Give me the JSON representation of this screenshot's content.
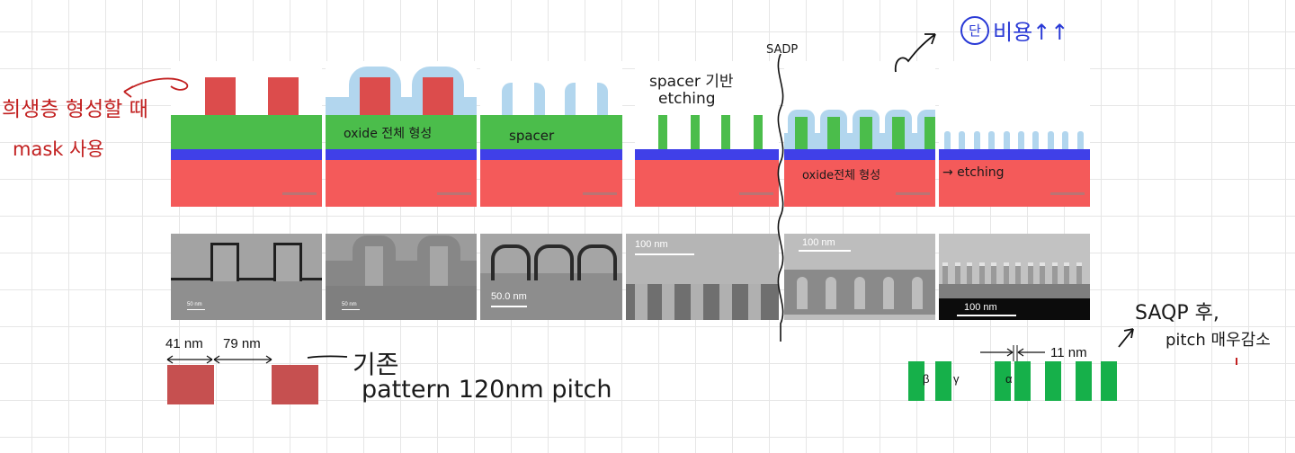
{
  "annotations": {
    "sacrificial_layer_mask": "희생층 형성할 때",
    "sacrificial_layer_mask_2": "mask 사용",
    "oxide_full_1": "oxide 전체 형성",
    "spacer": "spacer",
    "spacer_etching_1": "spacer 기반",
    "spacer_etching_2": "etching",
    "sadp": "SADP",
    "oxide_full_2": "oxide전체 형성",
    "etching": "→ etching",
    "cost_badge": "단",
    "cost_up": "비용↑↑",
    "reference": "기존",
    "pattern_pitch": "pattern 120nm pitch",
    "after_saqp_1": "SAQP 후,",
    "after_saqp_2": "pitch 매우감소"
  },
  "sem_scale": {
    "s1": "50 nm",
    "s2": "50 nm",
    "s3": "50.0 nm",
    "s4": "100 nm",
    "s5": "100 nm",
    "s6": "100 nm"
  },
  "dimensions": {
    "line_width": "41 nm",
    "line_space": "79 nm",
    "small_gap": "11 nm",
    "beta": "β",
    "gamma": "γ",
    "alpha": "α"
  },
  "colors": {
    "substrate": "#f45a5a",
    "blue_layer": "#4040e8",
    "green_layer": "#4bbd4b",
    "mandrel": "#dc4c4c",
    "oxide": "#b2d6ee",
    "pattern_block": "#c65050",
    "green_pattern": "#16b04a"
  }
}
